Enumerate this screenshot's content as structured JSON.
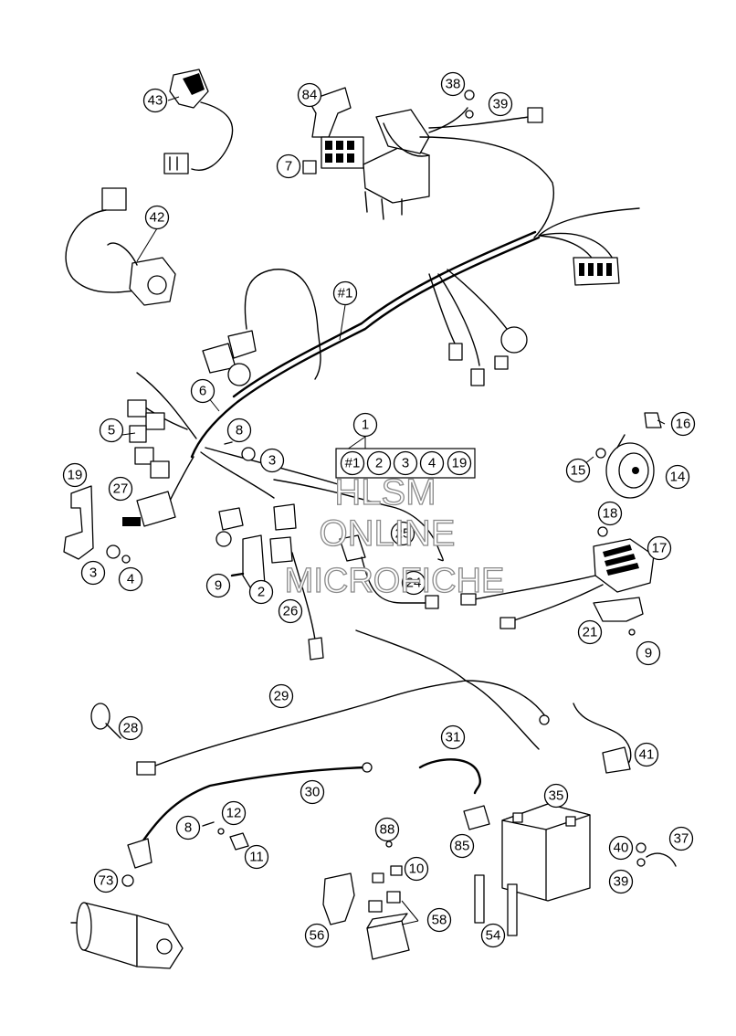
{
  "callouts": {
    "c43": "43",
    "c84": "84",
    "c38": "38",
    "c39a": "39",
    "c7": "7",
    "c42": "42",
    "c1h": "#1",
    "c6": "6",
    "c5": "5",
    "c8a": "8",
    "c3a": "3",
    "c1": "1",
    "g1": "#1",
    "g2": "2",
    "g3": "3",
    "g4": "4",
    "g19": "19",
    "c16": "16",
    "c15": "15",
    "c14": "14",
    "c19": "19",
    "c27": "27",
    "c3b": "3",
    "c4": "4",
    "c25": "25",
    "c18": "18",
    "c17": "17",
    "c9a": "9",
    "c2": "2",
    "c24": "24",
    "c26": "26",
    "c21": "21",
    "c9b": "9",
    "c29": "29",
    "c28": "28",
    "c31": "31",
    "c41": "41",
    "c30": "30",
    "c35": "35",
    "c12": "12",
    "c8b": "8",
    "c11": "11",
    "c88": "88",
    "c85": "85",
    "c40": "40",
    "c37": "37",
    "c10": "10",
    "c73": "73",
    "c39b": "39",
    "c58": "58",
    "c56": "56",
    "c54": "54"
  },
  "watermark": {
    "line1": "HLSM",
    "line2": "ONLINE",
    "line3": "MICROFICHE"
  }
}
